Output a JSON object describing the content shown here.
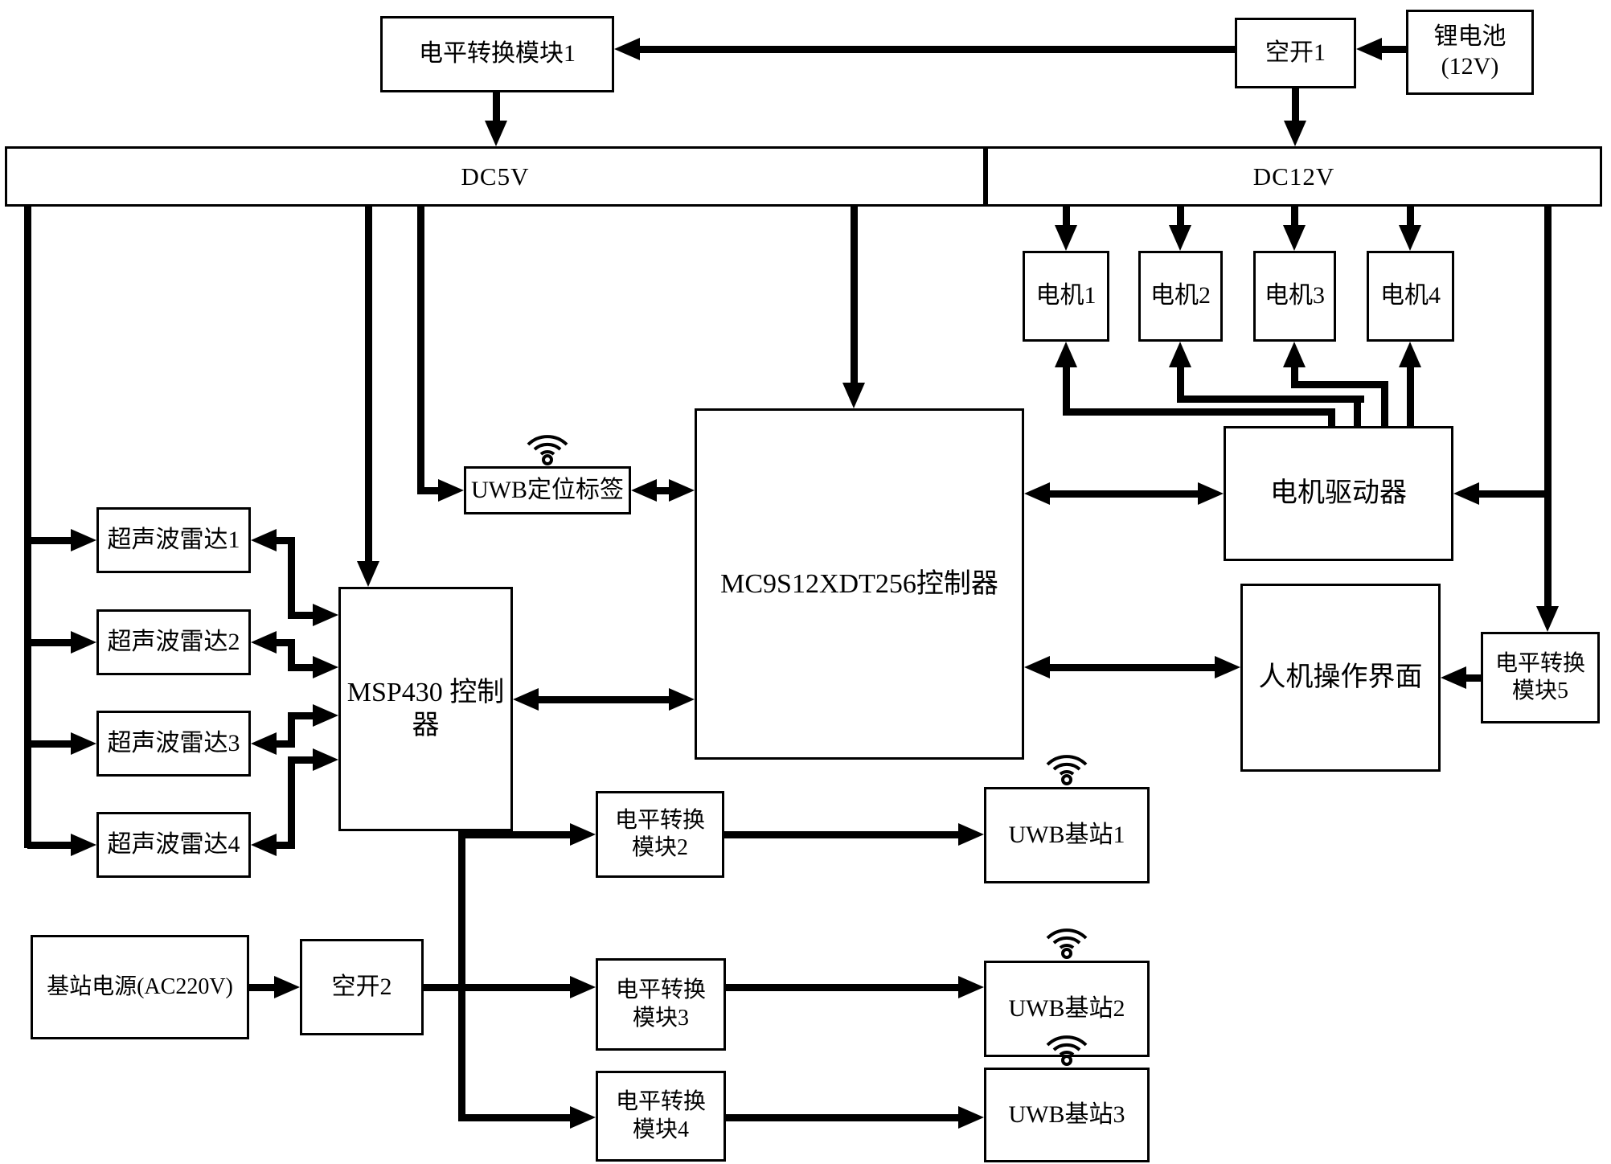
{
  "top": {
    "level_module1": "电平转换模块1",
    "breaker1": "空开1",
    "battery": {
      "line1": "锂电池",
      "line2": "(12V)"
    }
  },
  "bus": {
    "dc5v": "DC5V",
    "dc12v": "DC12V"
  },
  "motors": [
    "电机1",
    "电机2",
    "电机3",
    "电机4"
  ],
  "uwb_tag": "UWB定位标签",
  "controllers": {
    "main": "MC9S12XDT256控制器",
    "msp430": "MSP430 控制器"
  },
  "radars": [
    "超声波雷达1",
    "超声波雷达2",
    "超声波雷达3",
    "超声波雷达4"
  ],
  "motor_driver": "电机驱动器",
  "hmi": "人机操作界面",
  "level_module5": {
    "line1": "电平转换",
    "line2": "模块5"
  },
  "bottom": {
    "station_power": "基站电源(AC220V)",
    "breaker2": "空开2",
    "level_module2": {
      "line1": "电平转换",
      "line2": "模块2"
    },
    "level_module3": {
      "line1": "电平转换",
      "line2": "模块3"
    },
    "level_module4": {
      "line1": "电平转换",
      "line2": "模块4"
    },
    "uwb_stations": [
      "UWB基站1",
      "UWB基站2",
      "UWB基站3"
    ]
  },
  "icons": {
    "wireless": "wifi-antenna-icon"
  },
  "colors": {
    "line": "#000000",
    "background": "#ffffff"
  }
}
